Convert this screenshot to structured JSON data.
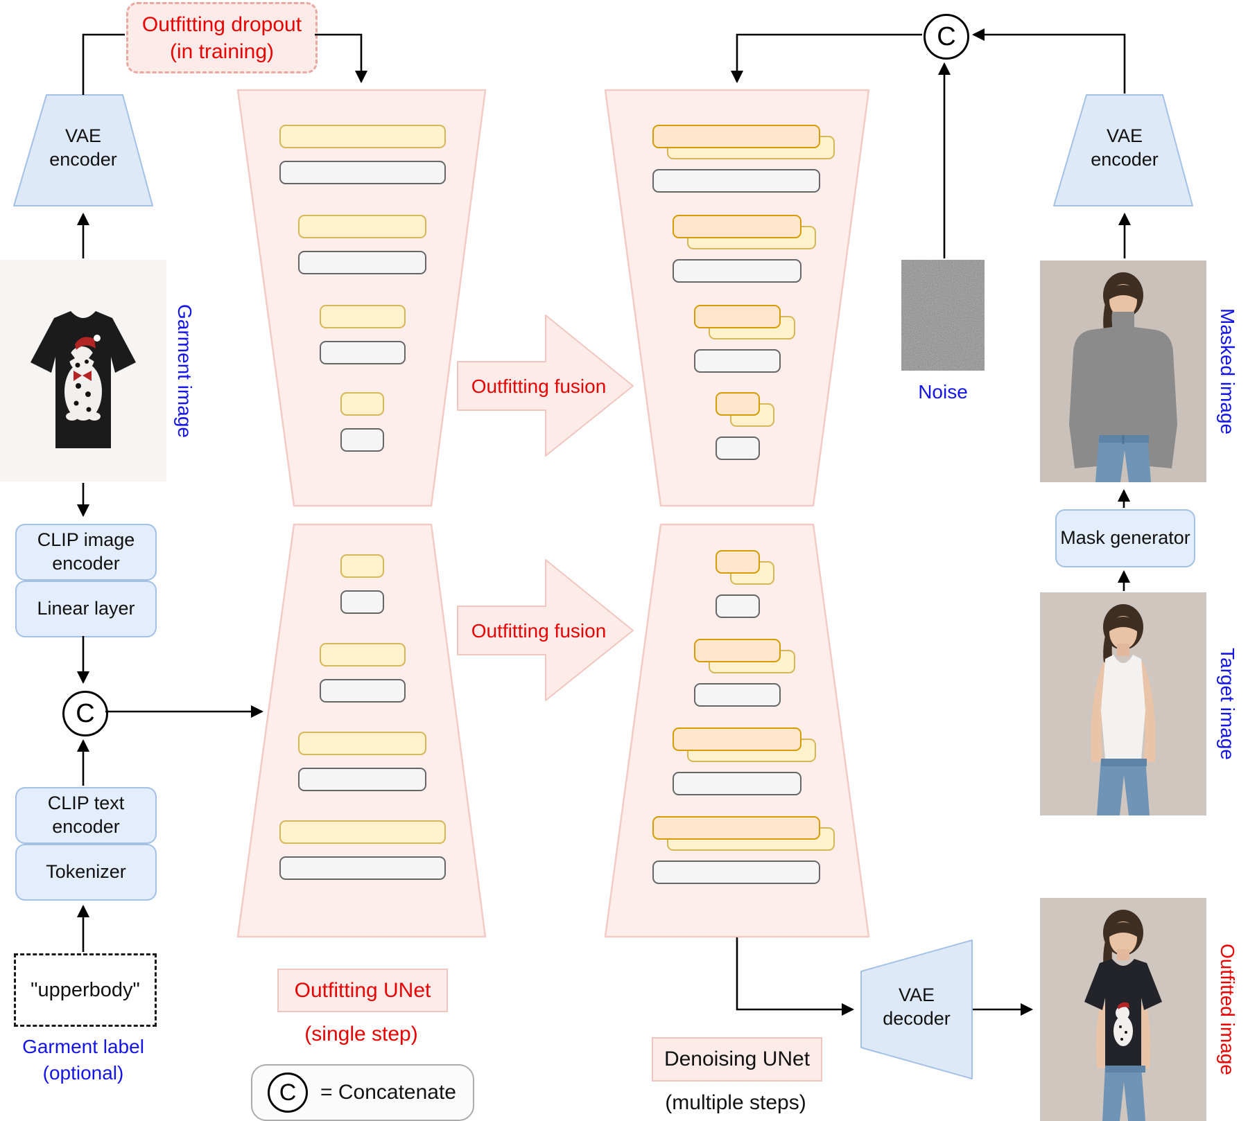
{
  "diagram": {
    "dropout_line1": "Outfitting dropout",
    "dropout_line2": "(in training)",
    "vae_encoder_label": "VAE encoder",
    "vae_decoder_label": "VAE decoder",
    "garment_image_label": "Garment image",
    "clip_image_encoder_label": "CLIP image encoder",
    "linear_layer_label": "Linear layer",
    "clip_text_encoder_label": "CLIP text encoder",
    "tokenizer_label": "Tokenizer",
    "garment_text_value": "\"upperbody\"",
    "garment_caption_line1": "Garment label",
    "garment_caption_line2": "(optional)",
    "concat_symbol": "C",
    "fusion_label": "Outfitting fusion",
    "outfitting_unet_label": "Outfitting UNet",
    "outfitting_unet_sub": "(single step)",
    "denoising_unet_label": "Denoising UNet",
    "denoising_unet_sub": "(multiple steps)",
    "legend_equals_text": "= Concatenate",
    "noise_label": "Noise",
    "masked_image_label": "Masked image",
    "mask_generator_label": "Mask generator",
    "target_image_label": "Target image",
    "outfitted_image_label": "Outfitted image"
  },
  "colors": {
    "label_blue": "#1414e8",
    "label_red": "#e80000",
    "unet_fill": "#fdedeb",
    "unet_border": "#f2cbc6",
    "yellow_fill": "#fff2cc",
    "yellow_border": "#d6b656",
    "orange_fill": "#ffe6cc",
    "orange_border": "#d79b00",
    "gray_fill": "#f5f5f5",
    "gray_border": "#666666",
    "blue_fill": "#e3edfb",
    "blue_border": "#a3c0e5"
  }
}
